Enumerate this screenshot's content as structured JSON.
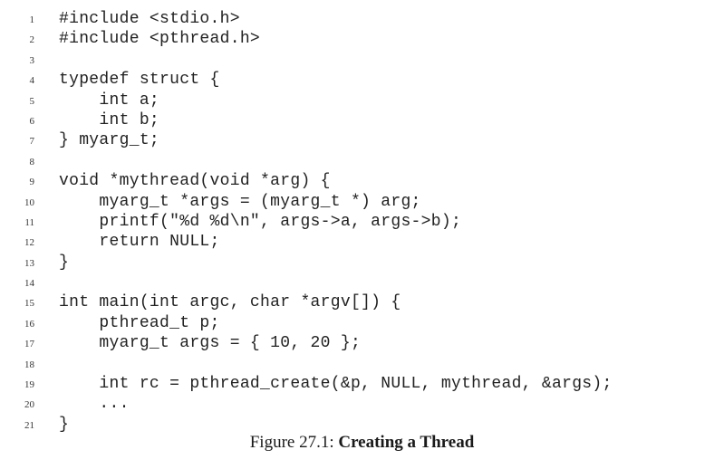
{
  "listing": {
    "lines": [
      {
        "n": "1",
        "code": "#include <stdio.h>"
      },
      {
        "n": "2",
        "code": "#include <pthread.h>"
      },
      {
        "n": "3",
        "code": ""
      },
      {
        "n": "4",
        "code": "typedef struct {"
      },
      {
        "n": "5",
        "code": "    int a;"
      },
      {
        "n": "6",
        "code": "    int b;"
      },
      {
        "n": "7",
        "code": "} myarg_t;"
      },
      {
        "n": "8",
        "code": ""
      },
      {
        "n": "9",
        "code": "void *mythread(void *arg) {"
      },
      {
        "n": "10",
        "code": "    myarg_t *args = (myarg_t *) arg;"
      },
      {
        "n": "11",
        "code": "    printf(\"%d %d\\n\", args->a, args->b);"
      },
      {
        "n": "12",
        "code": "    return NULL;"
      },
      {
        "n": "13",
        "code": "}"
      },
      {
        "n": "14",
        "code": ""
      },
      {
        "n": "15",
        "code": "int main(int argc, char *argv[]) {"
      },
      {
        "n": "16",
        "code": "    pthread_t p;"
      },
      {
        "n": "17",
        "code": "    myarg_t args = { 10, 20 };"
      },
      {
        "n": "18",
        "code": ""
      },
      {
        "n": "19",
        "code": "    int rc = pthread_create(&p, NULL, mythread, &args);"
      },
      {
        "n": "20",
        "code": "    ..."
      },
      {
        "n": "21",
        "code": "}"
      }
    ]
  },
  "caption": {
    "label": "Figure 27.1:",
    "title": "Creating a Thread"
  }
}
